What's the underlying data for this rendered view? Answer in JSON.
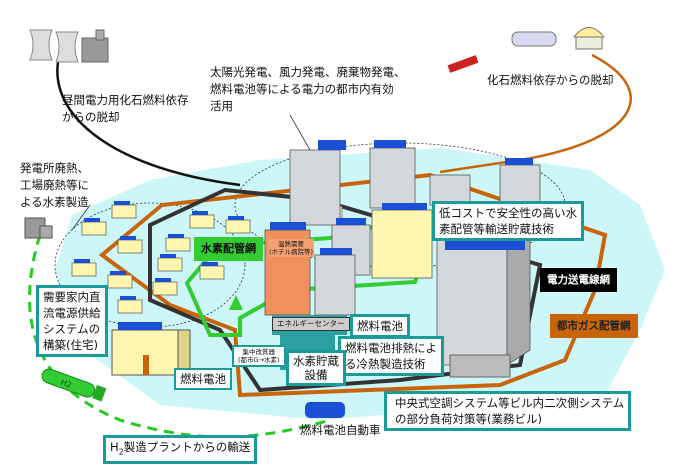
{
  "labels": {
    "fossil_daytime": [
      "昼間電力用化石燃料依存",
      "からの脱却"
    ],
    "urban_power": [
      "太陽光発電、風力発電、廃棄物発電、",
      "燃料電池等による電力の都市内有効",
      "活用"
    ],
    "fossil_escape": "化石燃料依存からの脱却",
    "waste_heat_h2": [
      "発電所廃熱、",
      "工場廃熱等に",
      "よる水素製造"
    ],
    "dc_supply": [
      "需要家内直",
      "流電源供給",
      "システムの",
      "構築(住宅)"
    ],
    "h2_pipeline": "水素配管網",
    "heat_demand": [
      "温熱需要",
      "(ホテル病院等)"
    ],
    "energy_center": "エネルギーセンター",
    "fuel_cell_center": "燃料電池",
    "h2_transport_tech": [
      "低コストで安全性の高い水",
      "素配管等輸送貯蔵技術"
    ],
    "power_grid": "電力送電線網",
    "gas_pipeline": "都市ガス配管網",
    "fc_exhaust_cooling": [
      "燃料電池排熱によ",
      "る冷熱製造技術"
    ],
    "central_reformer": [
      "集中改質器",
      "(都市G→水素)"
    ],
    "h2_storage": [
      "水素貯蔵",
      "設備"
    ],
    "fuel_cell_house": "燃料電池",
    "hvac_partial_load": [
      "中央式空調システム等ビル内二次側システム",
      "の部分負荷対策等(業務ビル)"
    ],
    "fc_vehicle": "燃料電池自動車",
    "h2_plant_transport_prefix": "H",
    "h2_plant_transport_sub": "2",
    "h2_plant_transport_rest": "製造プラントからの輸送",
    "tanker_mark": "H2"
  },
  "colors": {
    "city_area": "#ccf6f8",
    "gas_network": "#c8640a",
    "power_network": "#333333",
    "h2_network": "#33cc33",
    "box_border": "#1a9a9a",
    "solar": "#1a4fd6"
  }
}
